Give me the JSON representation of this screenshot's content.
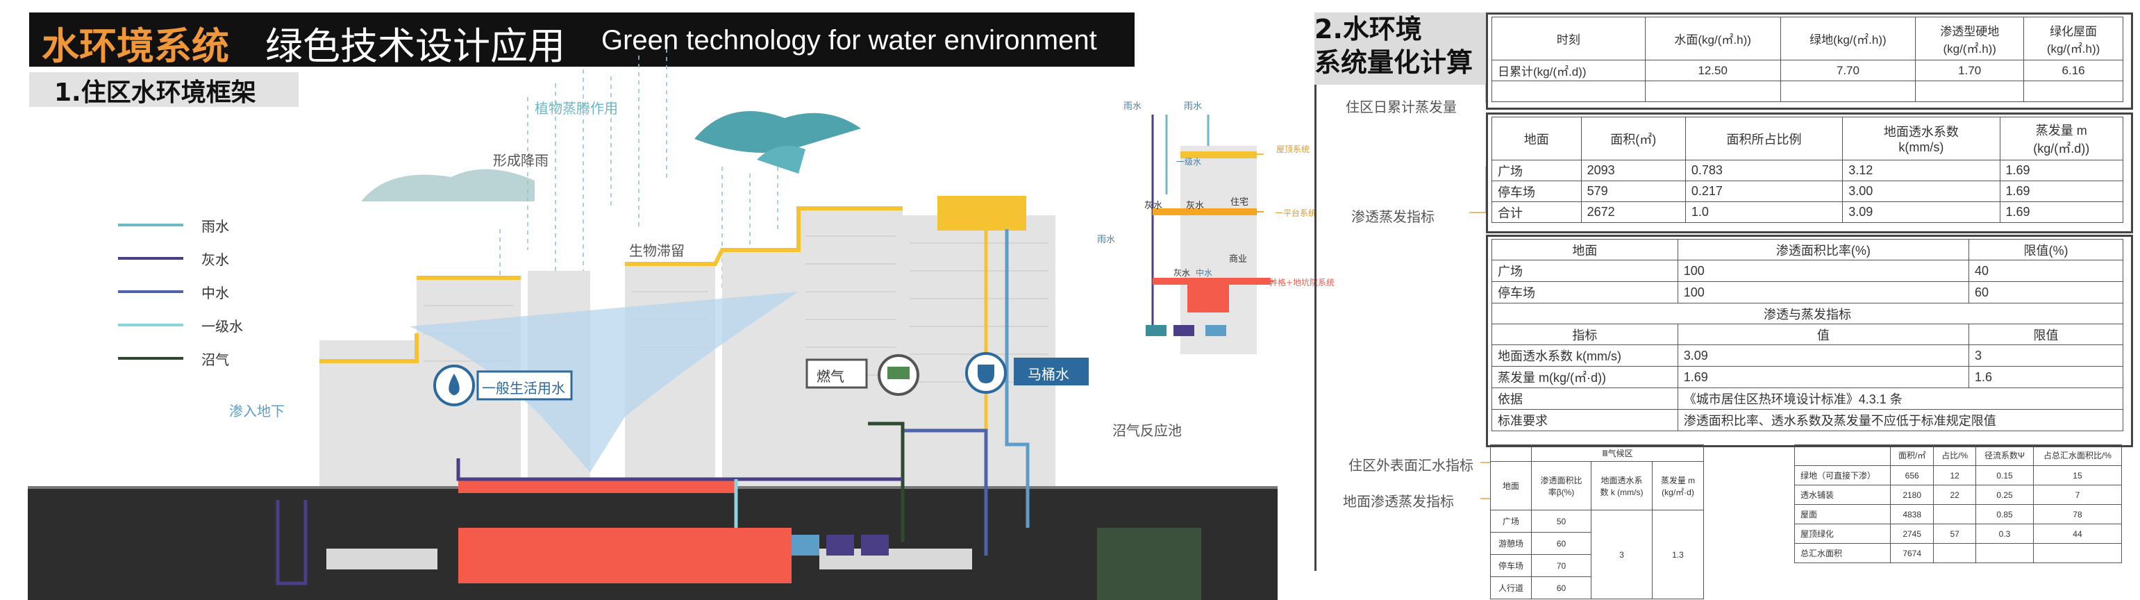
{
  "header": {
    "title_cn_accent": "水环境系统",
    "title_cn_rest": "绿色技术设计应用",
    "title_en": "Green technology for water environment",
    "subtitle": "1.住区水环境框架",
    "accent_color": "#f0973a"
  },
  "legend": [
    {
      "label": "雨水",
      "color": "#6db8c4"
    },
    {
      "label": "灰水",
      "color": "#4a3e86"
    },
    {
      "label": "中水",
      "color": "#4f64a8"
    },
    {
      "label": "一级水",
      "color": "#8fd3dc"
    },
    {
      "label": "沼气",
      "color": "#2f4a2f"
    }
  ],
  "diagram_labels": {
    "plant_evaporation": "植物蒸腾作用",
    "rain_formation": "形成降雨",
    "bio_retention": "生物滞留",
    "infiltration": "渗入地下",
    "general_water": "一般生活用水",
    "gas": "燃气",
    "toilet_water": "马桶水",
    "biogas_reactor": "沼气反应池"
  },
  "schematic": {
    "rain_left": "雨水",
    "rain_right": "雨水",
    "roof_system": "屋顶系统",
    "primary_water": "一级水",
    "grey_left": "灰水",
    "grey_right": "灰水",
    "residential": "住宅",
    "platform_system": "一平台系统",
    "rain_mid": "雨水",
    "commercial": "商业",
    "grey_lower": "灰水",
    "middle_water": "中水",
    "ground_system": "井格+地坑院系统"
  },
  "section2": {
    "title_line1": "2.水环境",
    "title_line2": "系统量化计算",
    "label_daily": "住区日累计蒸发量",
    "label_infil_index": "渗透蒸发指标",
    "label_outer": "住区外表面汇水指标",
    "label_ground_infil": "地面渗透蒸发指标"
  },
  "table1": {
    "headers": [
      "时刻",
      "水面(kg/(㎡.h))",
      "绿地(kg/(㎡.h))",
      "渗透型硬地\n(kg/(㎡.h))",
      "绿化屋面\n(kg/(㎡.h))"
    ],
    "rows": [
      [
        "日累计(kg/(㎡.d))",
        "12.50",
        "7.70",
        "1.70",
        "6.16"
      ],
      [
        "",
        "",
        "",
        "",
        ""
      ]
    ]
  },
  "table2": {
    "headers": [
      "地面",
      "面积(㎡)",
      "面积所占比例",
      "地面透水系数\nk(mm/s)",
      "蒸发量 m\n(kg/(㎡.d))"
    ],
    "rows": [
      [
        "广场",
        "2093",
        "0.783",
        "3.12",
        "1.69"
      ],
      [
        "停车场",
        "579",
        "0.217",
        "3.00",
        "1.69"
      ],
      [
        "合计",
        "2672",
        "1.0",
        "3.09",
        "1.69"
      ]
    ]
  },
  "table3": {
    "header": [
      "地面",
      "渗透面积比率(%)",
      "限值(%)"
    ],
    "rows1": [
      [
        "广场",
        "100",
        "40"
      ],
      [
        "停车场",
        "100",
        "60"
      ]
    ],
    "section_title": "渗透与蒸发指标",
    "header2": [
      "指标",
      "值",
      "限值"
    ],
    "rows2": [
      [
        "地面透水系数 k(mm/s)",
        "3.09",
        "3"
      ],
      [
        "蒸发量 m(kg/(㎡·d))",
        "1.69",
        "1.6"
      ]
    ],
    "basis_label": "依据",
    "basis_value": "《城市居住区热环境设计标准》4.3.1 条",
    "req_label": "标准要求",
    "req_value": "渗透面积比率、透水系数及蒸发量不应低于标准规定限值"
  },
  "table4": {
    "group_header": "Ⅲ气候区",
    "headers": [
      "地面",
      "渗透面积比\n率β(%)",
      "地面透水系\n数 k (mm/s)",
      "蒸发量 m\n(kg/㎡·d)"
    ],
    "rows": [
      [
        "广场",
        "50"
      ],
      [
        "游憩场",
        "60"
      ],
      [
        "停车场",
        "70"
      ],
      [
        "人行道",
        "60"
      ]
    ],
    "k_value": "3",
    "m_value": "1.3"
  },
  "table5": {
    "headers": [
      "",
      "面积/㎡",
      "占比/%",
      "径流系数Ψ",
      "占总汇水面积比/%"
    ],
    "rows": [
      [
        "绿地（可直接下渗）",
        "656",
        "12",
        "0.15",
        "15"
      ],
      [
        "透水铺装",
        "2180",
        "22",
        "0.25",
        "7"
      ],
      [
        "屋面",
        "4838",
        "",
        "0.85",
        "78"
      ],
      [
        "屋顶绿化",
        "2745",
        "57",
        "0.3",
        "44"
      ],
      [
        "总汇水面积",
        "7674",
        "",
        "",
        ""
      ]
    ]
  }
}
